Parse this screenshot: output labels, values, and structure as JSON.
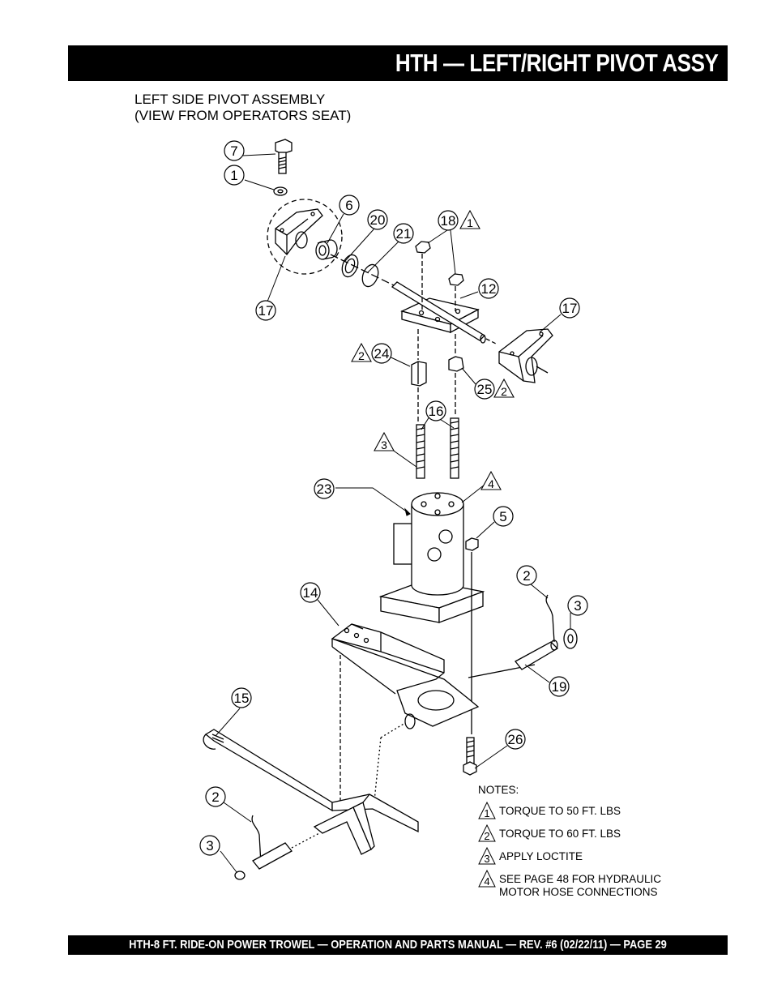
{
  "header": {
    "title": "HTH — LEFT/RIGHT PIVOT ASSY"
  },
  "diagram": {
    "title_line1": "LEFT SIDE PIVOT ASSEMBLY",
    "title_line2": "(VIEW FROM OPERATORS SEAT)"
  },
  "callouts": [
    "7",
    "1",
    "6",
    "20",
    "21",
    "18",
    "12",
    "17",
    "17",
    "24",
    "25",
    "16",
    "3",
    "23",
    "4",
    "5",
    "2",
    "3",
    "14",
    "19",
    "15",
    "26",
    "2",
    "3"
  ],
  "flags": [
    "1",
    "2",
    "2",
    "3",
    "4"
  ],
  "notes": {
    "title": "NOTES:",
    "items": [
      {
        "flag": "1",
        "text": "TORQUE TO 50 FT. LBS"
      },
      {
        "flag": "2",
        "text": "TORQUE TO 60 FT. LBS"
      },
      {
        "flag": "3",
        "text": "APPLY LOCTITE"
      },
      {
        "flag": "4",
        "text_line1": "SEE PAGE 48 FOR HYDRAULIC",
        "text_line2": "MOTOR HOSE CONNECTIONS"
      }
    ]
  },
  "footer": {
    "text": "HTH-8 FT.  RIDE-ON POWER TROWEL — OPERATION AND PARTS MANUAL — REV. #6 (02/22/11) — PAGE 29"
  }
}
